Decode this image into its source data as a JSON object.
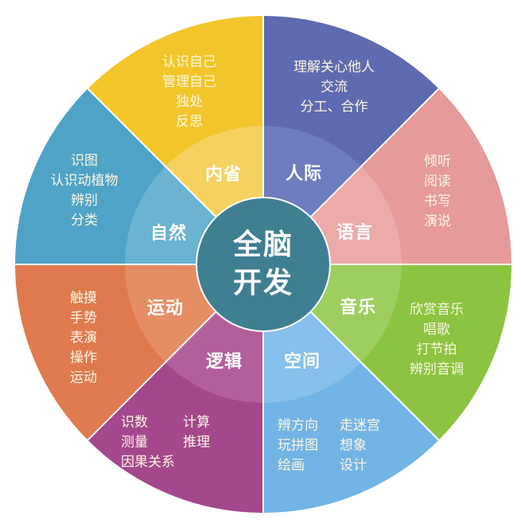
{
  "diagram": {
    "title_line1": "全脑",
    "title_line2": "开发",
    "colors": {
      "center": "#3F7F91",
      "divider": "#FFFFFF"
    },
    "segments": [
      {
        "name": "内省",
        "color": "#F2C62B",
        "inner_color": "#F5D260",
        "items": [
          "认识自己",
          "管理自己",
          "独处",
          "反思"
        ]
      },
      {
        "name": "人际",
        "color": "#5E6BB0",
        "inner_color": "#6E7CC0",
        "items": [
          "理解关心他人",
          "交流",
          "分工、合作"
        ]
      },
      {
        "name": "语言",
        "color": "#E69A9A",
        "inner_color": "#EBAAA8",
        "items": [
          "倾听",
          "阅读",
          "书写",
          "演说"
        ]
      },
      {
        "name": "音乐",
        "color": "#8BC440",
        "inner_color": "#9DCE5E",
        "items": [
          "欣赏音乐",
          "唱歌",
          "打节拍",
          "辨别音调"
        ]
      },
      {
        "name": "空间",
        "color": "#72B4E6",
        "inner_color": "#86C0EB",
        "items": [
          "辨方向",
          "走迷宫",
          "玩拼图",
          "想象",
          "绘画",
          "设计"
        ]
      },
      {
        "name": "逻辑",
        "color": "#A4478C",
        "inner_color": "#B35F9C",
        "items": [
          "识数",
          "计算",
          "测量",
          "推理",
          "因果关系"
        ]
      },
      {
        "name": "运动",
        "color": "#E07A4E",
        "inner_color": "#E58E66",
        "items": [
          "触摸",
          "手势",
          "表演",
          "操作",
          "运动"
        ]
      },
      {
        "name": "自然",
        "color": "#4FA3C6",
        "inner_color": "#6AB3D1",
        "items": [
          "识图",
          "认识动植物",
          "辨别",
          "分类"
        ]
      }
    ]
  }
}
